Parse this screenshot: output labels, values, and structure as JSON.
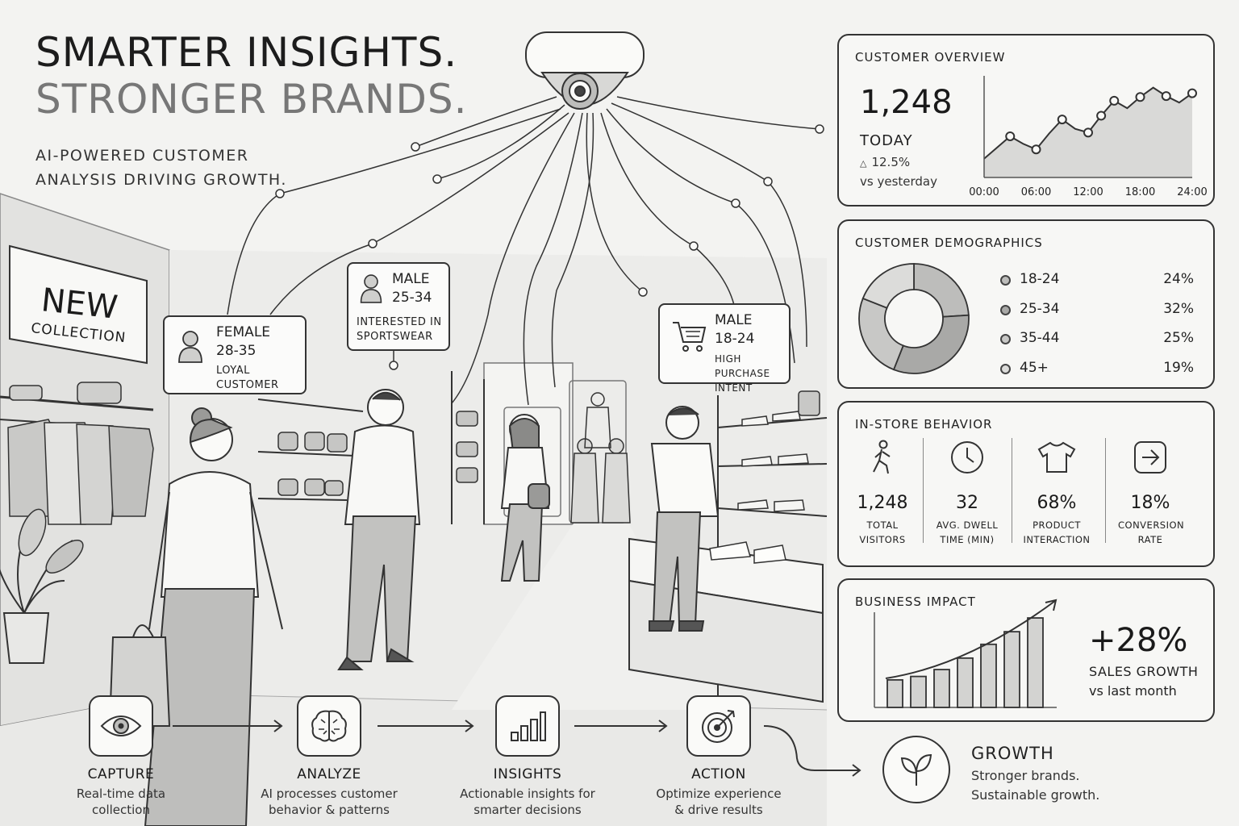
{
  "headline": {
    "line1": "SMARTER INSIGHTS.",
    "line2": "STRONGER BRANDS.",
    "subtitle": "AI-POWERED CUSTOMER ANALYSIS DRIVING GROWTH."
  },
  "store": {
    "sign_line1": "NEW",
    "sign_line2": "COLLECTION"
  },
  "detections": [
    {
      "gender": "FEMALE",
      "age": "28-35",
      "note": "LOYAL CUSTOMER",
      "icon": "person-icon"
    },
    {
      "gender": "MALE",
      "age": "25-34",
      "note": "INTERESTED IN SPORTSWEAR",
      "icon": "person-icon"
    },
    {
      "gender": "MALE",
      "age": "18-24",
      "note": "HIGH PURCHASE INTENT",
      "icon": "shopping-cart-icon"
    }
  ],
  "overview": {
    "title": "CUSTOMER OVERVIEW",
    "value": "1,248",
    "period": "TODAY",
    "change": "12.5%",
    "change_icon": "triangle-up-icon",
    "compare": "vs yesterday"
  },
  "demographics": {
    "title": "CUSTOMER DEMOGRAPHICS",
    "rows": [
      {
        "label": "18-24",
        "pct": "24%"
      },
      {
        "label": "25-34",
        "pct": "32%"
      },
      {
        "label": "35-44",
        "pct": "25%"
      },
      {
        "label": "45+",
        "pct": "19%"
      }
    ]
  },
  "behavior": {
    "title": "IN-STORE BEHAVIOR",
    "metrics": [
      {
        "value": "1,248",
        "label": "TOTAL VISITORS",
        "icon": "walking-person-icon"
      },
      {
        "value": "32",
        "label": "AVG. DWELL TIME (MIN)",
        "icon": "clock-icon"
      },
      {
        "value": "68%",
        "label": "PRODUCT INTERACTION",
        "icon": "tshirt-icon"
      },
      {
        "value": "18%",
        "label": "CONVERSION RATE",
        "icon": "arrow-right-box-icon"
      }
    ]
  },
  "impact": {
    "title": "BUSINESS IMPACT",
    "value": "+28%",
    "label": "SALES GROWTH",
    "compare": "vs last month"
  },
  "process": [
    {
      "name": "CAPTURE",
      "desc": "Real-time data collection",
      "icon": "eye-icon"
    },
    {
      "name": "ANALYZE",
      "desc": "AI processes customer behavior & patterns",
      "icon": "brain-icon"
    },
    {
      "name": "INSIGHTS",
      "desc": "Actionable insights for smarter decisions",
      "icon": "bar-chart-icon"
    },
    {
      "name": "ACTION",
      "desc": "Optimize experience & drive results",
      "icon": "target-icon"
    }
  ],
  "growth": {
    "title": "GROWTH",
    "desc": "Stronger brands. Sustainable growth.",
    "icon": "leaf-sprout-icon"
  },
  "chart_data": [
    {
      "type": "area",
      "title": "CUSTOMER OVERVIEW",
      "x": [
        "00:00",
        "01:30",
        "03:00",
        "04:30",
        "06:00",
        "07:30",
        "09:00",
        "10:30",
        "12:00",
        "13:30",
        "15:00",
        "16:30",
        "18:00",
        "19:30",
        "21:00",
        "22:30",
        "24:00"
      ],
      "tick_labels": [
        "00:00",
        "06:00",
        "12:00",
        "18:00",
        "24:00"
      ],
      "values": [
        0.2,
        0.32,
        0.44,
        0.36,
        0.3,
        0.47,
        0.62,
        0.52,
        0.48,
        0.66,
        0.82,
        0.74,
        0.86,
        0.96,
        0.87,
        0.8,
        0.9
      ],
      "markers": [
        2,
        4,
        6,
        8,
        9,
        10,
        12,
        14,
        16
      ],
      "ylim": [
        0,
        1
      ],
      "grid": false
    },
    {
      "type": "pie",
      "title": "CUSTOMER DEMOGRAPHICS",
      "categories": [
        "18-24",
        "25-34",
        "35-44",
        "45+"
      ],
      "values": [
        24,
        32,
        25,
        19
      ],
      "donut": true
    },
    {
      "type": "bar",
      "title": "BUSINESS IMPACT",
      "values": [
        2.4,
        2.7,
        3.3,
        4.3,
        5.5,
        6.6,
        7.8
      ],
      "trend_arrow": true,
      "ylim": [
        0,
        9
      ]
    }
  ]
}
